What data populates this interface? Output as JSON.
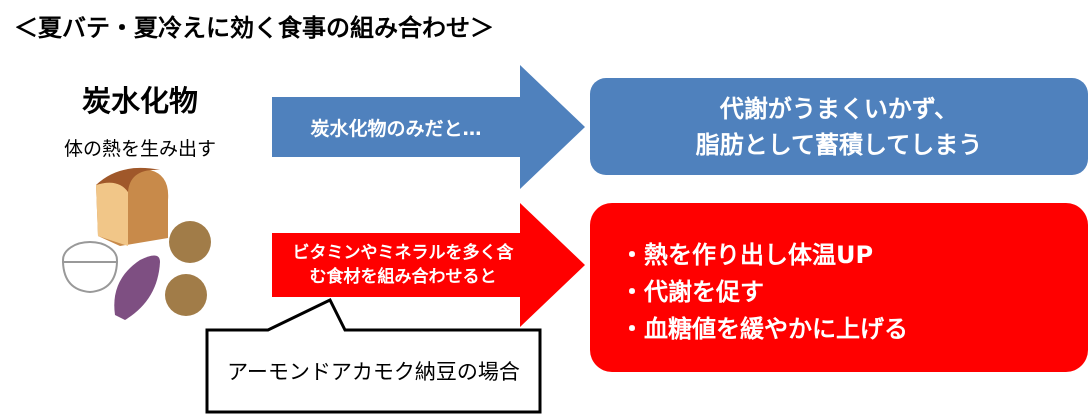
{
  "title": "＜夏バテ・夏冷えに効く食事の組み合わせ＞",
  "left": {
    "heading": "炭水化物",
    "subheading": "体の熱を生み出す",
    "illustration": "bread-rice-potatoes-sweet-potato"
  },
  "blue_arrow": {
    "text": "炭水化物のみだと…"
  },
  "blue_box": {
    "lines": [
      "代謝がうまくいかず、",
      "脂肪として蓄積してしまう"
    ]
  },
  "red_arrow": {
    "lines": [
      "ビタミンやミネラルを多く含",
      "む食材を組み合わせると"
    ]
  },
  "red_box": {
    "items": [
      "・熱を作り出し体温UP",
      "・代謝を促す",
      "・血糖値を緩やかに上げる"
    ]
  },
  "callout": {
    "text": "アーモンドアカモク納豆の場合"
  },
  "colors": {
    "blue": "#4f81bd",
    "red": "#ff0000"
  }
}
